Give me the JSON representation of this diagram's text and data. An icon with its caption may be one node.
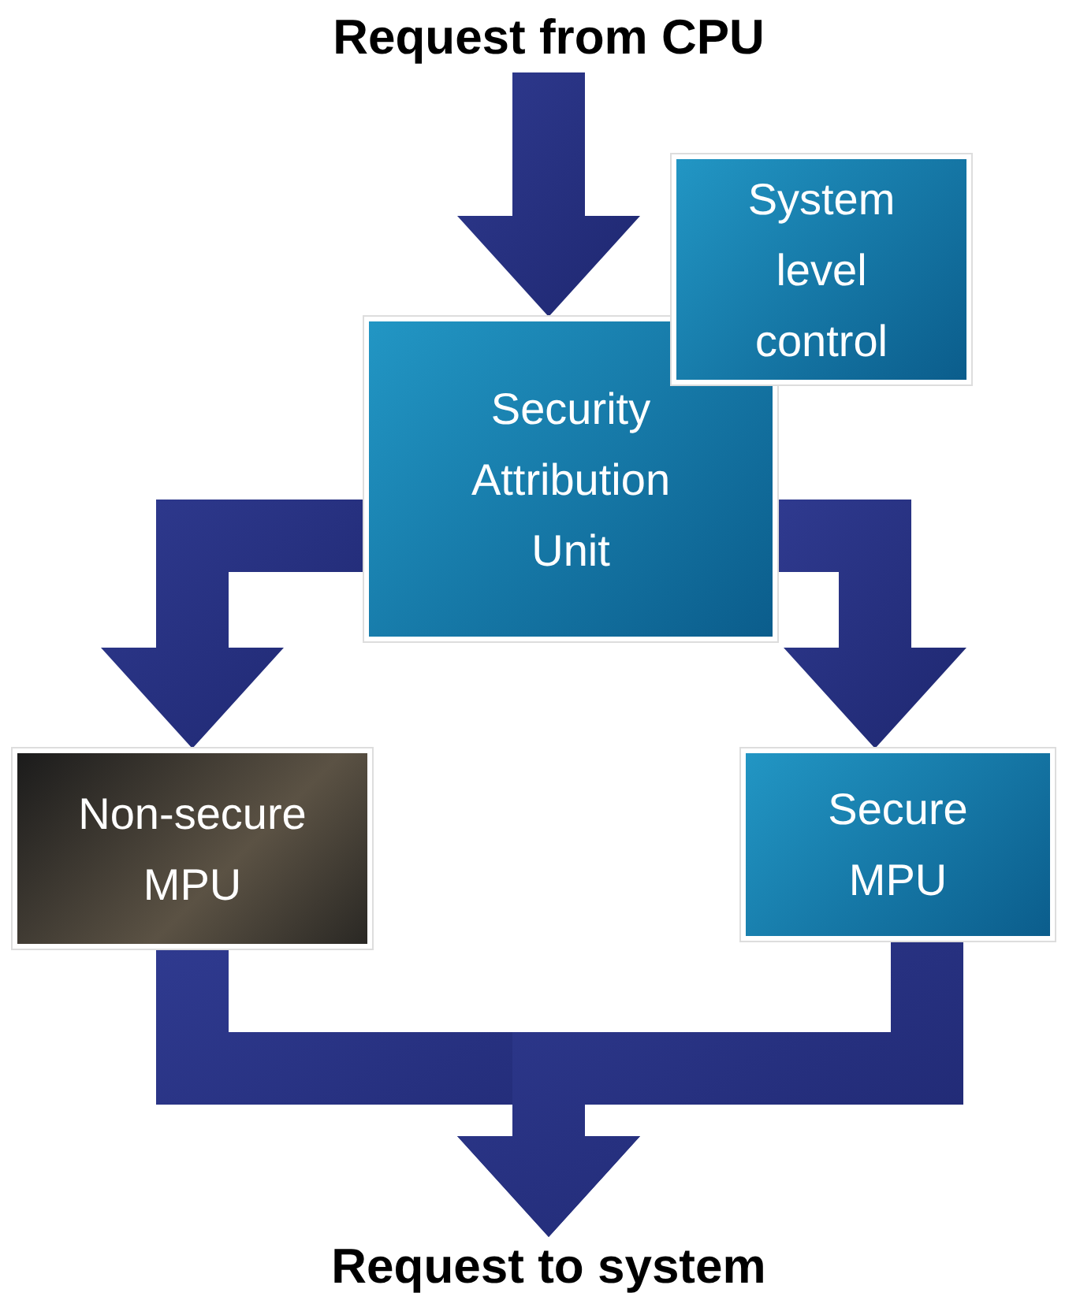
{
  "diagram": {
    "nodes": [
      {
        "text": [
          "Request from CPU"
        ]
      },
      {
        "text": [
          "System level control"
        ]
      },
      {
        "text": [
          "Security Attribution Unit"
        ]
      },
      {
        "text": [
          "Non-secure MPU"
        ]
      },
      {
        "text": [
          "Secure MPU"
        ]
      },
      {
        "text": [
          "Request to system"
        ]
      }
    ],
    "edges": [
      {
        "from": 0,
        "to": 2,
        "arrow": "to"
      },
      {
        "from": 2,
        "to": 3,
        "arrow": "to"
      },
      {
        "from": 2,
        "to": 4,
        "arrow": "to"
      },
      {
        "from": 3,
        "to": 5,
        "arrow": "to"
      },
      {
        "from": 4,
        "to": 5,
        "arrow": "to"
      }
    ]
  }
}
